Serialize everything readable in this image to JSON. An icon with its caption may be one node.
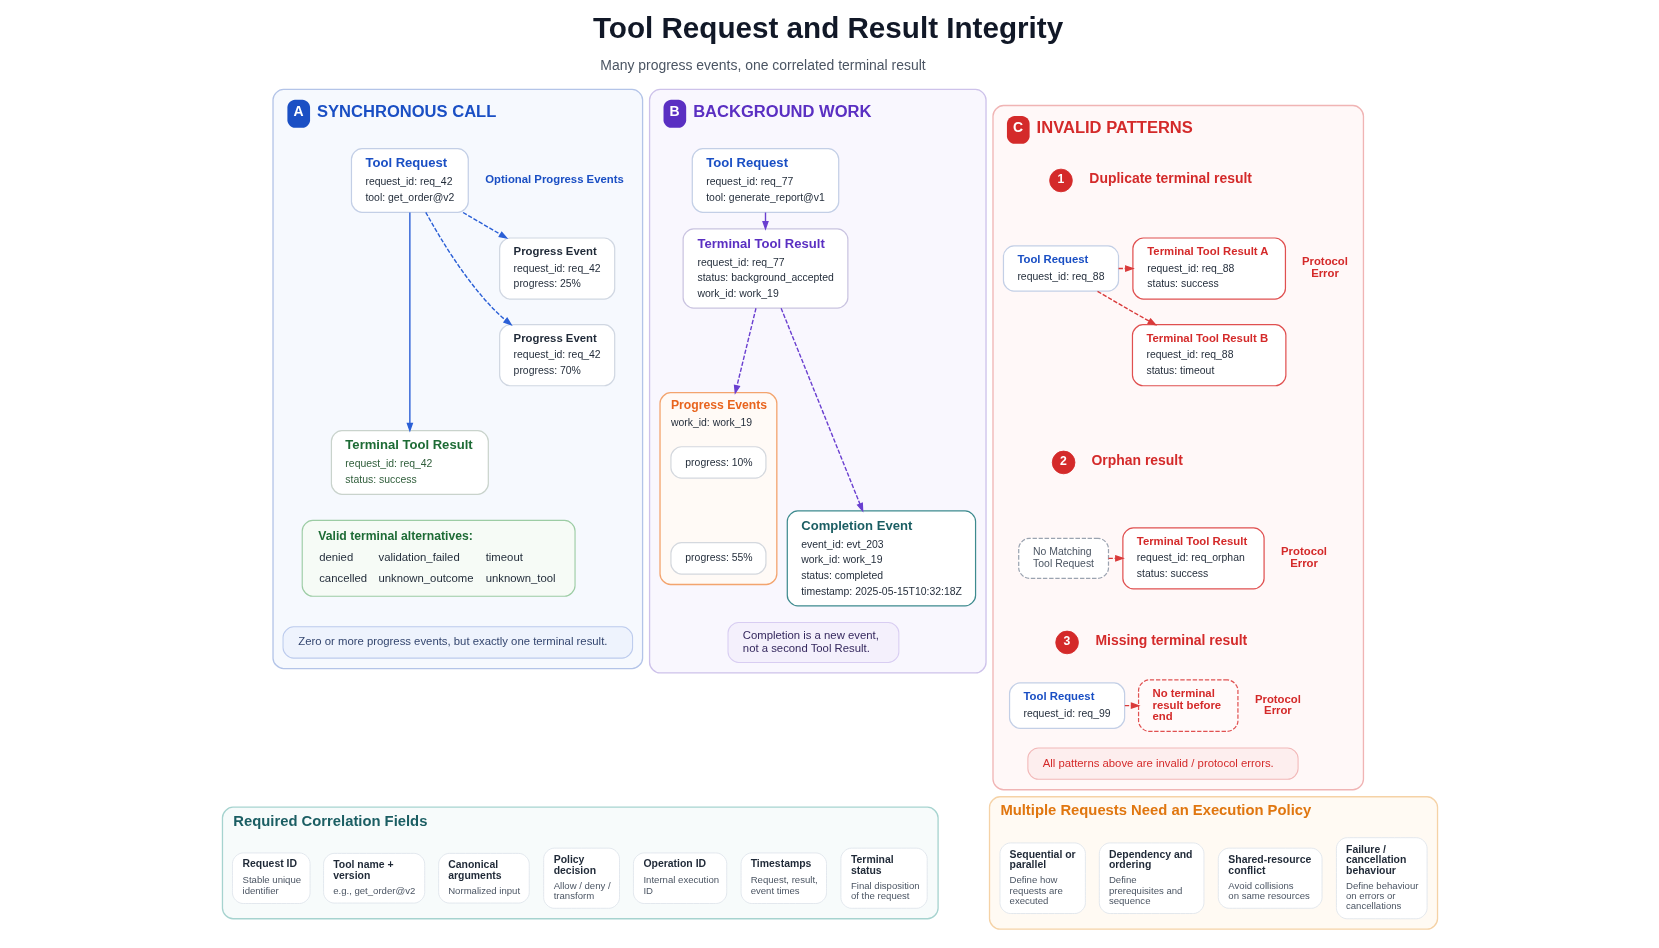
{
  "diagram": {
    "title": "Tool Request and Result Integrity",
    "nodes": [
      {
        "text": [
          "A",
          "SYNCHRONOUS CALL"
        ]
      },
      {
        "text": [
          "Tool Request",
          "request_id: req_42",
          "tool: get_order@v2"
        ],
        "in": 0
      },
      {
        "text": [
          "Progress Event",
          "request_id: req_42",
          "progress: 25%"
        ],
        "in": 0
      },
      {
        "text": [
          "Progress Event",
          "request_id: req_42",
          "progress: 70%"
        ],
        "in": 0
      },
      {
        "text": [
          "Terminal Tool Result",
          "request_id: req_42",
          "status: success"
        ],
        "in": 0
      },
      {
        "text": [
          "Valid terminal alternatives:",
          "denied",
          "validation_failed",
          "timeout",
          "cancelled",
          "unknown_outcome",
          "unknown_tool"
        ],
        "in": 0
      },
      {
        "text": [
          "Zero or more progress events, but exactly one terminal result."
        ],
        "in": 0
      },
      {
        "text": [
          "B",
          "BACKGROUND WORK"
        ]
      },
      {
        "text": [
          "Tool Request",
          "request_id: req_77",
          "tool: generate_report@v1"
        ],
        "in": 7
      },
      {
        "text": [
          "Terminal Tool Result",
          "request_id: req_77",
          "status: background_accepted",
          "work_id: work_19"
        ],
        "in": 7
      },
      {
        "text": [
          "Progress Events",
          "work_id: work_19"
        ],
        "in": 7
      },
      {
        "text": [
          "progress: 10%"
        ],
        "in": 10
      },
      {
        "text": [
          "progress: 55%"
        ],
        "in": 10
      },
      {
        "text": [
          "Completion Event",
          "event_id: evt_203",
          "work_id: work_19",
          "status: completed",
          "timestamp: 2025-05-15T10:32:18Z"
        ],
        "in": 7
      },
      {
        "text": [
          "Completion is a new event, not a second Tool Result."
        ],
        "in": 7
      },
      {
        "text": [
          "C",
          "INVALID PATTERNS"
        ]
      },
      {
        "text": [
          "1"
        ],
        "beside": [
          "Duplicate terminal result"
        ],
        "in": 15
      },
      {
        "text": [
          "Tool Request",
          "request_id: req_88"
        ],
        "in": 15
      },
      {
        "text": [
          "Terminal Tool Result A",
          "request_id: req_88",
          "status: success"
        ],
        "in": 15
      },
      {
        "text": [
          "Terminal Tool Result B",
          "request_id: req_88",
          "status: timeout"
        ],
        "in": 15
      },
      {
        "text": [
          "2"
        ],
        "beside": [
          "Orphan result"
        ],
        "in": 15
      },
      {
        "text": [
          "No Matching Tool Request"
        ],
        "in": 15
      },
      {
        "text": [
          "Terminal Tool Result",
          "request_id: req_orphan",
          "status: success"
        ],
        "in": 15
      },
      {
        "text": [
          "3"
        ],
        "beside": [
          "Missing terminal result"
        ],
        "in": 15
      },
      {
        "text": [
          "Tool Request",
          "request_id: req_99"
        ],
        "in": 15
      },
      {
        "text": [
          "No terminal result before end"
        ],
        "in": 15
      },
      {
        "text": [
          "All patterns above are invalid / protocol errors."
        ],
        "in": 15
      },
      {
        "text": [
          "Required Correlation Fields"
        ]
      },
      {
        "text": [
          "Request ID",
          "Stable unique identifier"
        ],
        "in": 27
      },
      {
        "text": [
          "Tool name + version",
          "e.g., get_order@v2"
        ],
        "in": 27
      },
      {
        "text": [
          "Canonical arguments",
          "Normalized input"
        ],
        "in": 27
      },
      {
        "text": [
          "Policy decision",
          "Allow / deny / transform"
        ],
        "in": 27
      },
      {
        "text": [
          "Operation ID",
          "Internal execution ID"
        ],
        "in": 27
      },
      {
        "text": [
          "Timestamps",
          "Request, result, event times"
        ],
        "in": 27
      },
      {
        "text": [
          "Terminal status",
          "Final disposition of the request"
        ],
        "in": 27
      },
      {
        "text": [
          "Multiple Requests Need an Execution Policy"
        ]
      },
      {
        "text": [
          "Sequential or parallel",
          "Define how requests are executed"
        ],
        "in": 35
      },
      {
        "text": [
          "Dependency and ordering",
          "Define prerequisites and sequence"
        ],
        "in": 35
      },
      {
        "text": [
          "Shared-resource conflict",
          "Avoid collisions on same resources"
        ],
        "in": 35
      },
      {
        "text": [
          "Failure / cancellation behaviour",
          "Define behaviour on errors or cancellations"
        ],
        "in": 35
      }
    ],
    "edges": [
      {
        "from": 1,
        "to": 2,
        "arrow": "to",
        "style": "dashed",
        "color": "#2a5fd6"
      },
      {
        "from": 1,
        "to": 3,
        "arrow": "to",
        "style": "dashed",
        "color": "#2a5fd6"
      },
      {
        "from": 1,
        "to": 4,
        "arrow": "to",
        "color": "#2a5fd6"
      },
      {
        "from": 8,
        "to": 9,
        "arrow": "to",
        "color": "#6a3fd0"
      },
      {
        "from": 9,
        "to": 10,
        "arrow": "to",
        "style": "dashed",
        "color": "#6a3fd0"
      },
      {
        "from": 9,
        "to": 13,
        "arrow": "to",
        "style": "dashed",
        "color": "#6a3fd0"
      },
      {
        "from": 17,
        "to": 18,
        "arrow": "to",
        "style": "dashed"
      },
      {
        "from": 17,
        "to": 19,
        "arrow": "to",
        "style": "dashed"
      },
      {
        "from": 21,
        "to": 22,
        "arrow": "to",
        "style": "dashed"
      },
      {
        "from": 24,
        "to": 25,
        "arrow": "to",
        "style": "dashed"
      }
    ],
    "labels": [
      "Many progress events, one correlated terminal result",
      "Optional Progress Events",
      "Protocol Error",
      "Protocol Error",
      "Protocol Error"
    ]
  }
}
